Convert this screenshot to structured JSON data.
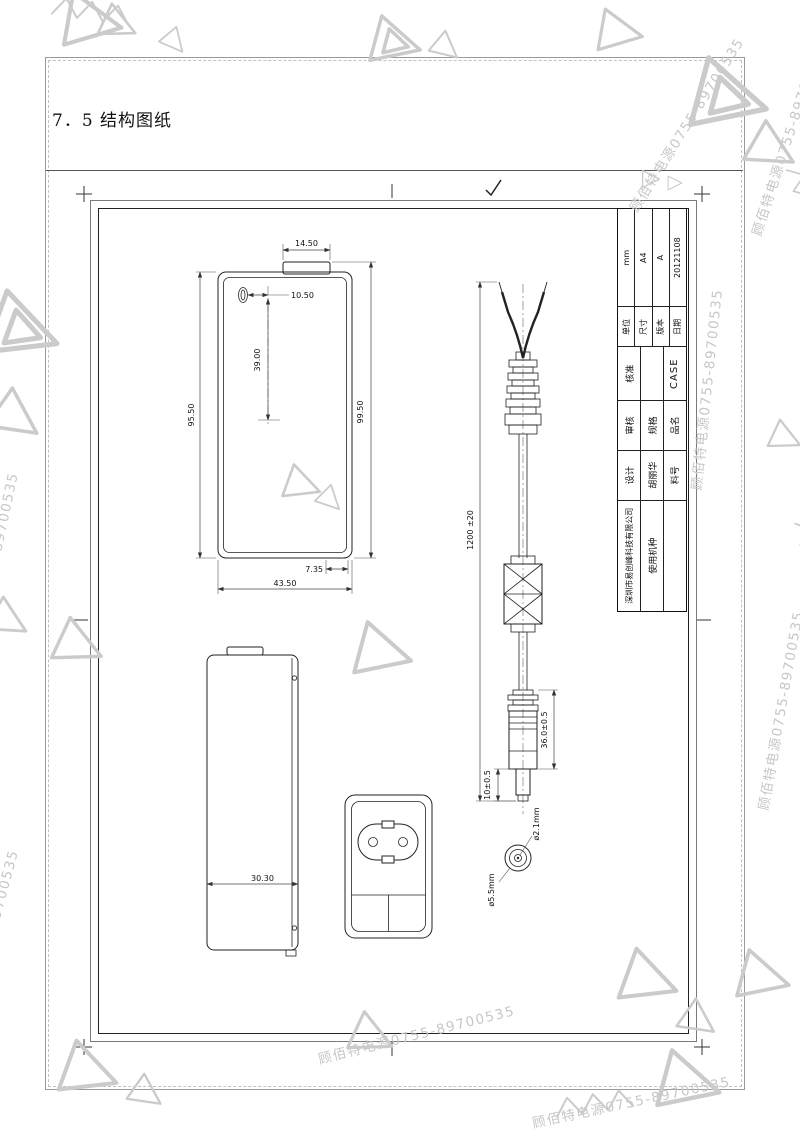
{
  "page": {
    "heading": "7．5 结构图纸"
  },
  "watermark": {
    "text": "顾佰特电源0755-89700535"
  },
  "sheet": {
    "front_view": {
      "dim_top_width": "14.50",
      "dim_hole_offset": "10.50",
      "dim_hole_depth": "39.00",
      "dim_left_height": "95.50",
      "dim_right_height": "99.50",
      "dim_bottom_step": "7.35",
      "dim_bottom_width": "43.50"
    },
    "side_view": {
      "dim_width": "30.30"
    },
    "cable_view": {
      "dim_length": "1200 ±20",
      "dim_plug_body": "36.0±0.5",
      "dim_plug_tip": "10±0.5"
    },
    "plug_face_view": {
      "dim_outer": "ø5.5mm",
      "dim_inner": "ø2.1mm"
    },
    "title_block": {
      "company": "深圳市易创峰科技有限公司",
      "machine_label": "使用机种",
      "design_label": "设计",
      "designer": "胡丽华",
      "check_label": "审核",
      "spec_label": "规格",
      "approve_label": "核准",
      "product_label": "品名",
      "product_value": "CASE",
      "part_label": "料号",
      "unit_label": "单位",
      "unit_value": "mm",
      "size_label": "尺寸",
      "size_value": "A4",
      "version_label": "版本",
      "version_value": "A",
      "date_label": "日期",
      "date_value": "20121108"
    }
  }
}
